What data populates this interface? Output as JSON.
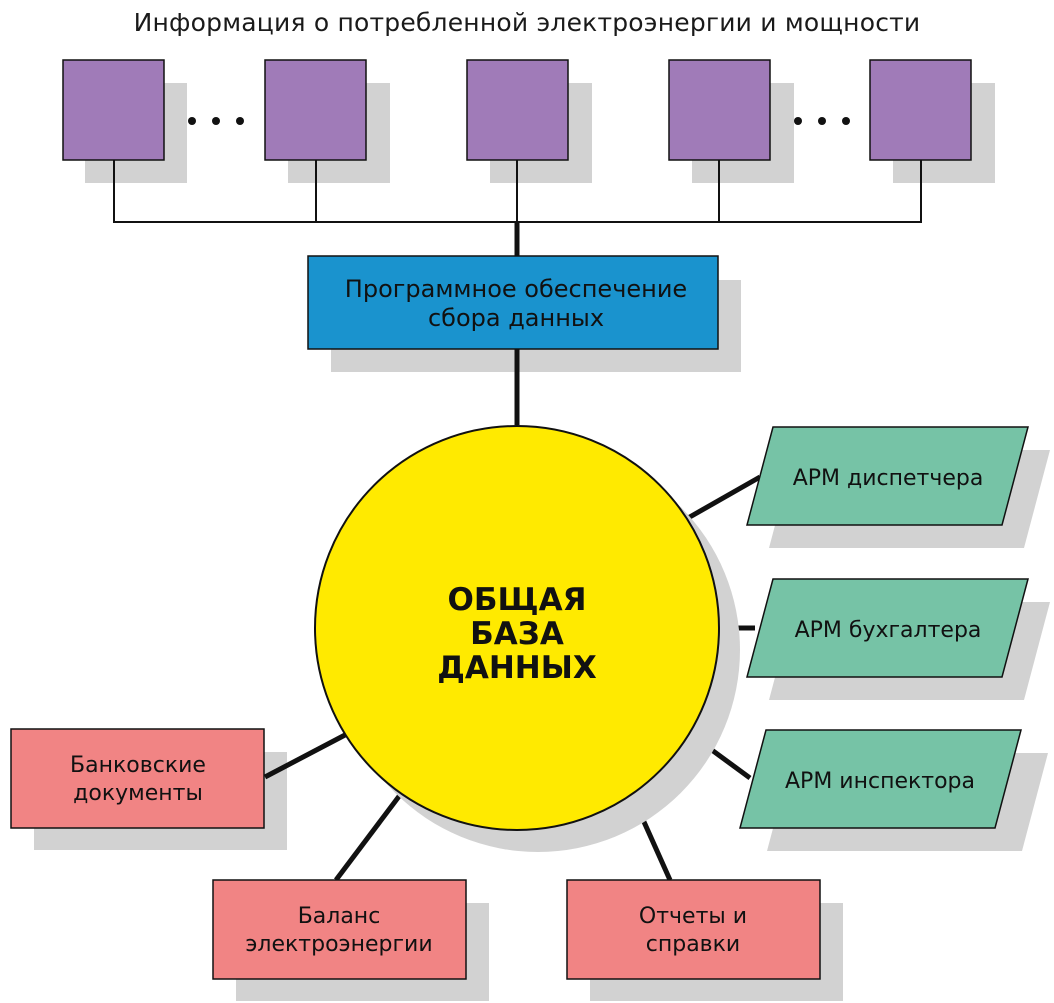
{
  "title": "Информация о потребленной электроэнергии и мощности",
  "ellipsis": "...",
  "software_box": {
    "line1": "Программное обеспечение",
    "line2": "сбора данных"
  },
  "database": {
    "line1": "ОБЩАЯ",
    "line2": "БАЗА",
    "line3": "ДАННЫХ"
  },
  "workstations": [
    {
      "label": "АРМ диспетчера"
    },
    {
      "label": "АРМ бухгалтера"
    },
    {
      "label": "АРМ инспектора"
    }
  ],
  "outputs": [
    {
      "line1": "Банковские",
      "line2": "документы"
    },
    {
      "line1": "Баланс",
      "line2": "электроэнергии"
    },
    {
      "line1": "Отчеты и",
      "line2": "справки"
    }
  ],
  "colors": {
    "meter": "#a07bb8",
    "software": "#1a93ce",
    "database": "#ffea00",
    "workstation": "#76c3a6",
    "output": "#f18484",
    "shadow": "#d2d2d2",
    "line": "#111111"
  }
}
